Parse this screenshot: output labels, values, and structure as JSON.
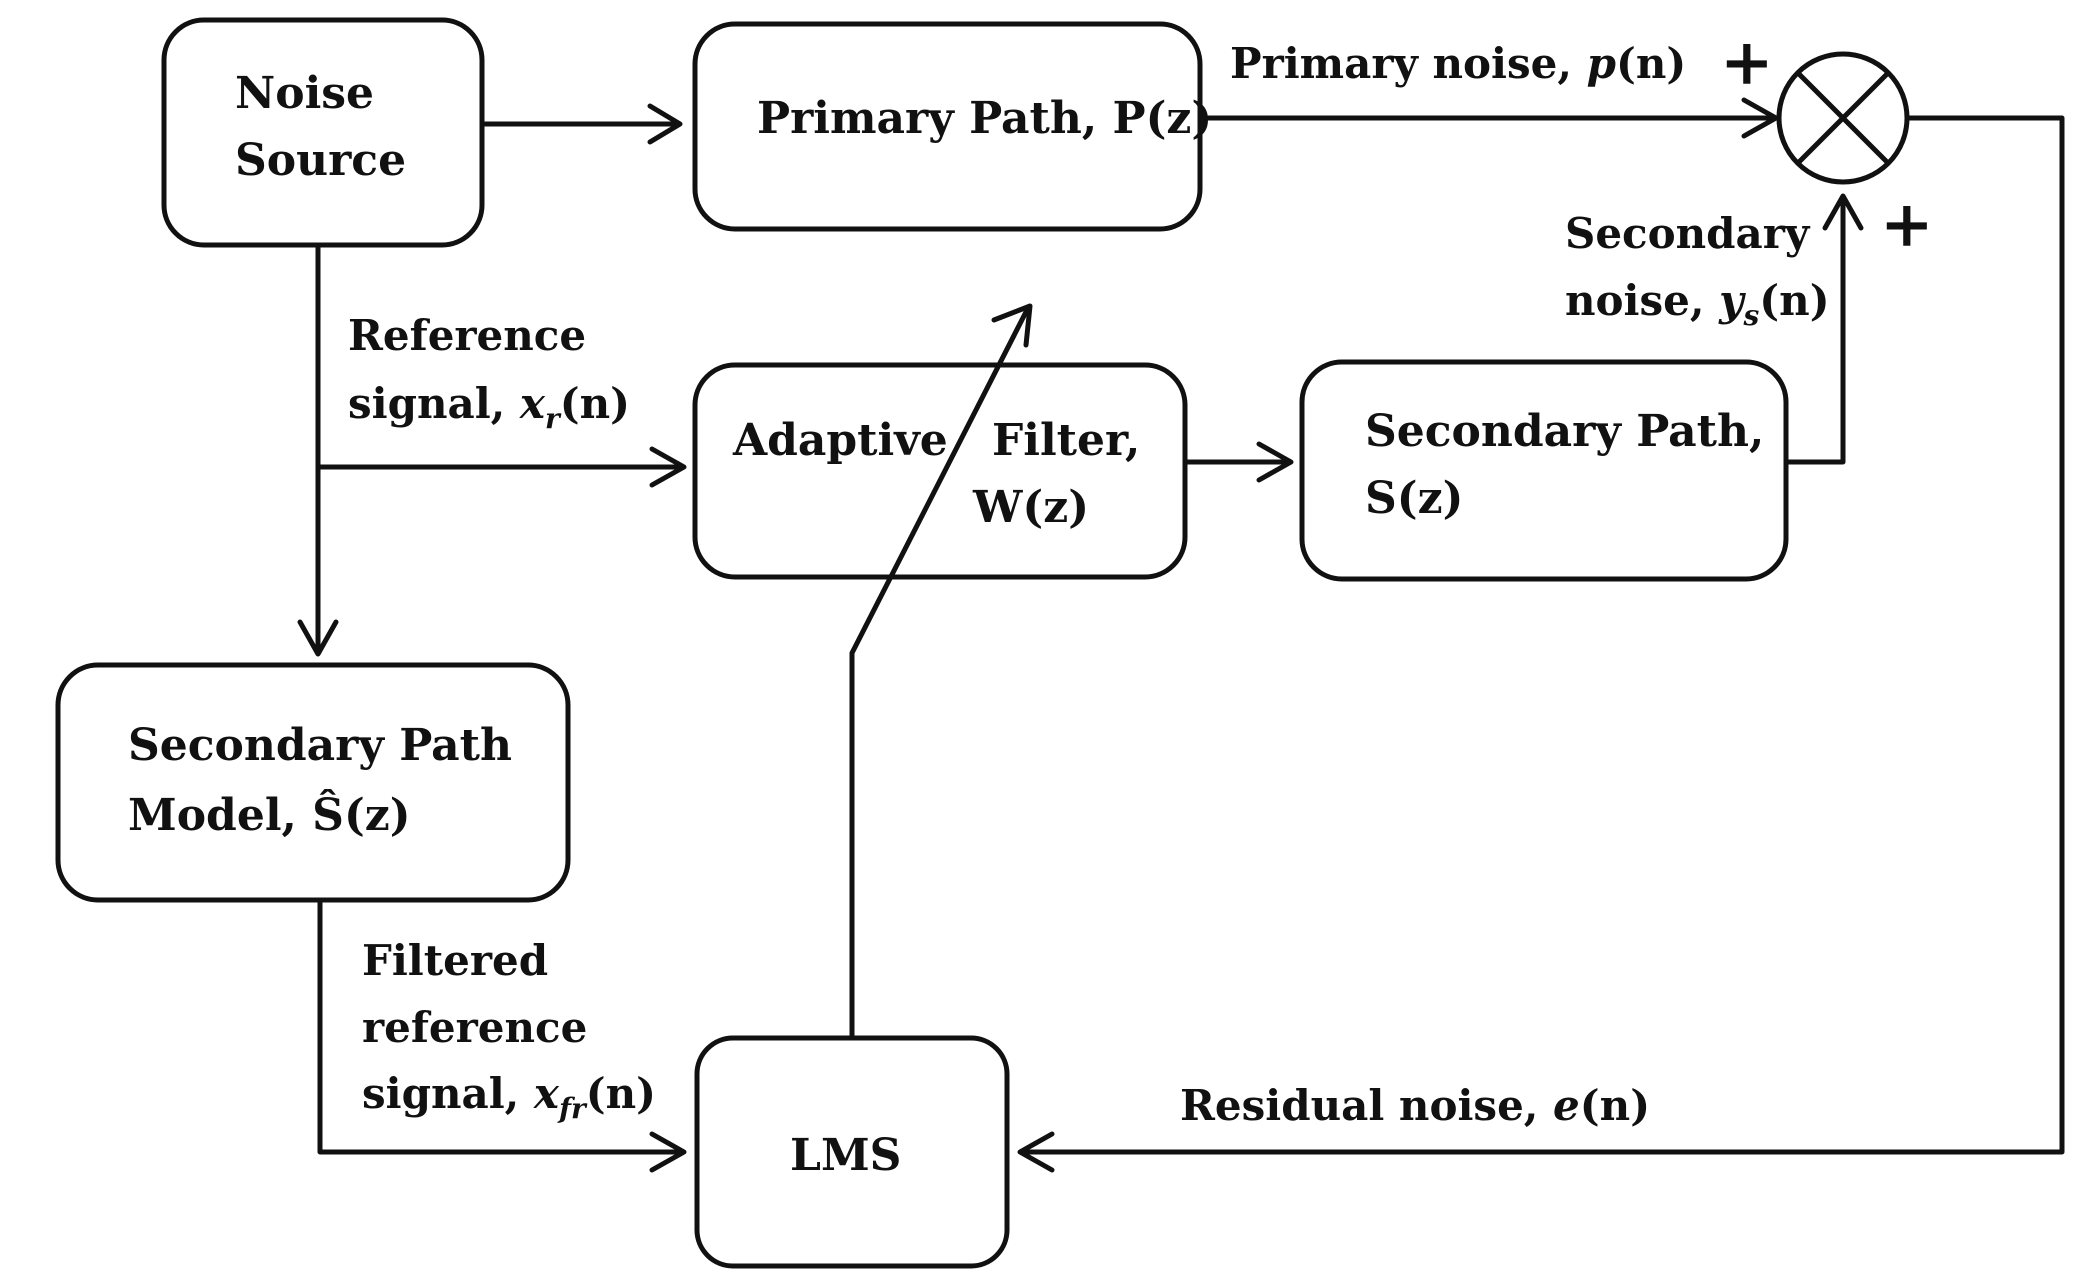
{
  "blocks": {
    "noise_source": [
      "Noise",
      "Source"
    ],
    "primary_path": "Primary Path, P(z)",
    "adaptive_filter": [
      "Adaptive",
      "Filter,",
      "W(z)"
    ],
    "secondary_path": [
      "Secondary Path,",
      "S(z)"
    ],
    "secondary_model": [
      "Secondary Path",
      "Model, Ŝ(z)"
    ],
    "lms": "LMS"
  },
  "signals": {
    "primary_noise": {
      "text": "Primary noise, ",
      "symbol": "p",
      "arg": "(n)"
    },
    "secondary_noise": {
      "line1": "Secondary",
      "text": "noise, ",
      "symbol": "y",
      "sub": "s",
      "arg": "(n)"
    },
    "reference": {
      "line1": "Reference",
      "text": "signal, ",
      "symbol": "x",
      "sub": "r",
      "arg": "(n)"
    },
    "filtered_reference": {
      "line1": "Filtered",
      "line2": "reference",
      "text": "signal, ",
      "symbol": "x",
      "sub": "fr",
      "arg": "(n)"
    },
    "residual": {
      "text": "Residual noise, ",
      "symbol": "e",
      "arg": "(n)"
    }
  },
  "summing_junction": {
    "plus_top": "+",
    "plus_bottom": "+"
  }
}
